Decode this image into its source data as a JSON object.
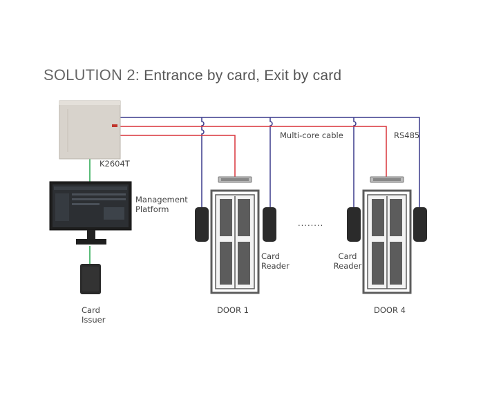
{
  "title": {
    "prefix": "SOLUTION 2:",
    "text": "Entrance by card, Exit by card"
  },
  "controller": {
    "label": "K2604T"
  },
  "management": {
    "label_line1": "Management",
    "label_line2": "Platform"
  },
  "issuer": {
    "label_line1": "Card",
    "label_line2": "Issuer"
  },
  "cables": {
    "multicore": "Multi-core cable",
    "rs485": "RS485"
  },
  "doors": [
    {
      "label": "DOOR 1",
      "reader_label_line1": "Card",
      "reader_label_line2": "Reader"
    },
    {
      "label": "DOOR 4",
      "reader_label_line1": "Card",
      "reader_label_line2": "Reader"
    }
  ],
  "ellipsis": "........",
  "colors": {
    "rs485_line": "#3a3a8c",
    "multicore_line": "#d9333a",
    "network_line": "#22a64a",
    "panel": "#d8d3cc",
    "door_frame": "#5c5c5c"
  },
  "icons": [
    "access-controller-icon",
    "monitor-icon",
    "card-issuer-icon",
    "card-reader-icon",
    "door-icon",
    "exit-button-icon"
  ]
}
